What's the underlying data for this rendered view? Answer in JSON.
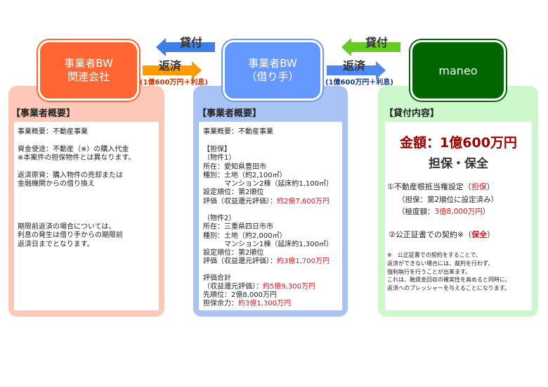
{
  "entities": {
    "related": {
      "line1": "事業者BW",
      "line2": "関連会社",
      "color": "#ff6633"
    },
    "borrower": {
      "line1": "事業者BW",
      "line2": "（借り手）",
      "color": "#6699ff"
    },
    "lender": {
      "line1": "maneo",
      "color": "#006600"
    }
  },
  "flows": {
    "left_lend": "貸付",
    "left_repay": "返済",
    "left_repay_sub": "(1億600万円＋利息)",
    "right_lend": "貸付",
    "right_repay": "返済",
    "right_repay_sub": "(1億600万円＋利息)"
  },
  "left_panel": {
    "title": "【事業者概要】",
    "l1": "事業概要：不動産事業",
    "l2": "資金使途：不動産（※）の購入代金\n※本案件の担保物件とは異なります。",
    "l3": "返済原資：購入物件の売却または\n金融機関からの借り換え",
    "l4": "期限前返済の場合については、\n利息の発生は借り手からの期限前\n返済日までとなります。"
  },
  "mid_panel": {
    "title": "【事業者概要】",
    "l1": "事業概要：不動産事業",
    "p1": "【担保】\n（物件1）\n所在：愛知県豊田市\n種別：土地（約2,100㎡）\n　　　マンション2棟（延床約1,100㎡）\n設定順位：第2順位",
    "p1_eval_label": "評価（収益還元評価）：",
    "p1_eval": "約2億7,600万円",
    "p2": "（物件2）\n所在：三重県四日市市\n種別：土地（約2,000㎡）\n　　　マンション1棟（延床約1,300㎡）\n設定順位：第2順位",
    "p2_eval_label": "評価（収益還元評価）：",
    "p2_eval": "約3億1,700万円",
    "total_label": "評価合計",
    "total_sub_label": "（収益還元評価）：",
    "total": "約5億9,300万円",
    "senior": "先順位：2億8,000万円",
    "margin_label": "担保余力：",
    "margin": "約3億1,300万円"
  },
  "right_panel": {
    "title": "【貸付内容】",
    "amount": "金額：1億600万円",
    "subtitle": "担保・保全",
    "i1": "①不動産根抵当権設定（",
    "i1_red": "担保",
    "i1_end": "）",
    "i1a": "（担保：第2順位に設定済み）",
    "i1b_label": "（極度額：",
    "i1b": "3億8,000万円",
    "i1b_end": "）",
    "i2": "②公正証書での契約※（",
    "i2_red": "保全",
    "i2_end": "）",
    "note": "※　公正証書での契約をすることで、\n返済ができない場合には、裁判を行わず、\n強制執行を行うことが出来ます。\nこれは、融資金回収の確実性を高めると同時に、\n返済へのプレッシャーを与えることになります。"
  }
}
